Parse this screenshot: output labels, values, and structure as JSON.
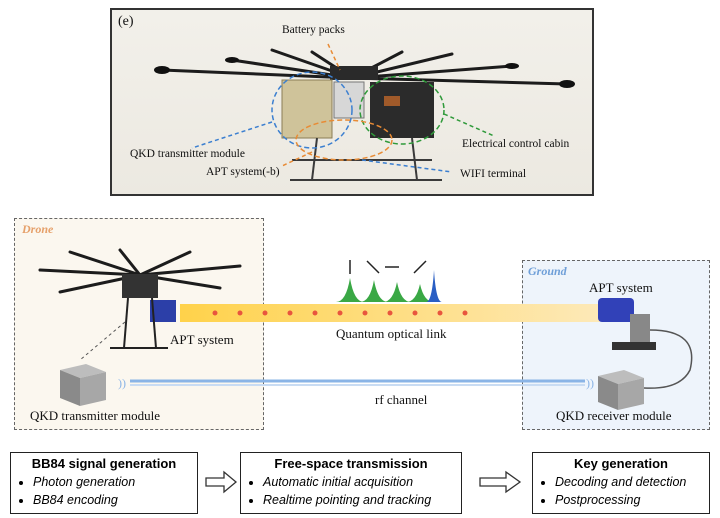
{
  "photo": {
    "panel_label": "(e)",
    "labels": {
      "battery": "Battery packs",
      "qkd_tx": "QKD transmitter module",
      "apt": "APT system(-b)",
      "ecc": "Electrical control cabin",
      "wifi": "WIFI terminal"
    }
  },
  "schematic": {
    "drone_title": "Drone",
    "ground_title": "Ground",
    "drone_apt": "APT system",
    "ground_apt": "APT system",
    "quantum_link": "Quantum optical link",
    "rf_channel": "rf channel",
    "qkd_tx": "QKD transmitter module",
    "qkd_rx": "QKD receiver module"
  },
  "process": [
    {
      "title": "BB84 signal generation",
      "items": [
        "Photon generation",
        "BB84 encoding"
      ]
    },
    {
      "title": "Free-space transmission",
      "items": [
        "Automatic initial acquisition",
        "Realtime pointing and tracking"
      ]
    },
    {
      "title": "Key generation",
      "items": [
        "Decoding and detection",
        "Postprocessing"
      ]
    }
  ],
  "colors": {
    "drone_title": "#e6a06a",
    "ground_title": "#6f9fd8",
    "beam": "#ffd95a",
    "beam_dot": "#e8553e",
    "pulse_green": "#3aa845",
    "pulse_blue": "#2a5fc4",
    "rf": "#8ab4e6"
  }
}
